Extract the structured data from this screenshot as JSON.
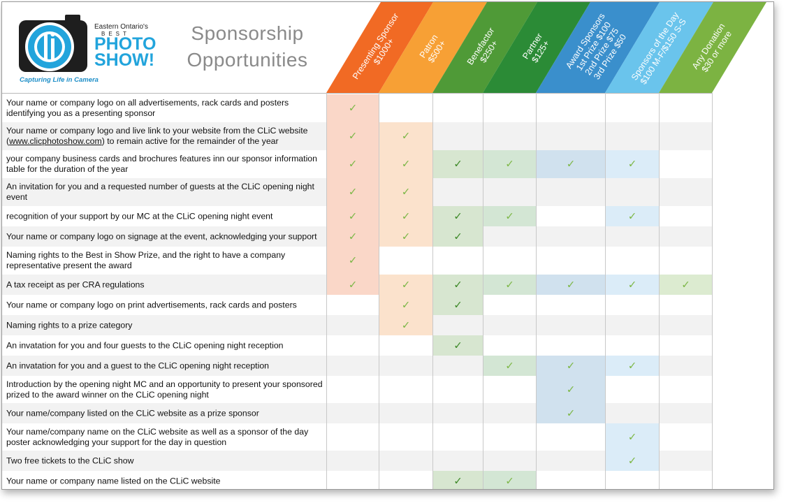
{
  "logo": {
    "line1": "Eastern Ontario's",
    "line2": "BEST",
    "line3": "PHOTO",
    "line4": "SHOW!",
    "tagline": "Capturing Life in Camera",
    "icon": "camera-icon",
    "colors": {
      "blue": "#22a4dc",
      "dark": "#222222"
    }
  },
  "title": {
    "line1": "Sponsorship",
    "line2": "Opportunities"
  },
  "check_icon": {
    "glyph": "✓",
    "name": "checkmark-icon"
  },
  "tiers": [
    {
      "line1": "Presenting Sponsor",
      "line2": "$1000+",
      "header_color": "#f16a24",
      "cell_color": "#fad7c8",
      "check_color": "#7fb84a"
    },
    {
      "line1": "Patron",
      "line2": "$500+",
      "header_color": "#f7a035",
      "cell_color": "#fbe2cc",
      "check_color": "#7fb84a"
    },
    {
      "line1": "Benefactor",
      "line2": "$250+",
      "header_color": "#4f9a37",
      "cell_color": "#d7e6d0",
      "check_color": "#3f8a2a"
    },
    {
      "line1": "Partner",
      "line2": "$125+",
      "header_color": "#2b8b36",
      "cell_color": "#d3e6d4",
      "check_color": "#7fb84a"
    },
    {
      "line1": "Award Sponsors",
      "line2": "1st Prize $100",
      "line3": "2nd Prize $75",
      "line4": "3rd Prize $50",
      "header_color": "#3a8fcc",
      "cell_color": "#d0e1ee",
      "check_color": "#7fb84a"
    },
    {
      "line1": "Sponsors of the Day",
      "line2": "$100 M-F/$150 S-S",
      "header_color": "#6ac4ec",
      "cell_color": "#dbecf8",
      "check_color": "#7fb84a"
    },
    {
      "line1": "Any Donation",
      "line2": "$30 or more",
      "header_color": "#7cb342",
      "cell_color": "#dcebd0",
      "check_color": "#7fb84a"
    }
  ],
  "rows": [
    {
      "text_before": "Your name or company logo on all advertisements, rack cards and posters identifying you as a presenting sponsor",
      "checks": [
        true,
        false,
        false,
        false,
        false,
        false,
        false
      ]
    },
    {
      "text_before": "Your name or company logo and live link to your website from the CLiC website (",
      "link": "www.clicphotoshow.com",
      "text_after": ") to remain active for the remainder of the year",
      "checks": [
        true,
        true,
        false,
        false,
        false,
        false,
        false
      ]
    },
    {
      "text_before": "your company business cards and brochures features inn our sponsor information table for the duration of the year",
      "checks": [
        true,
        true,
        true,
        true,
        true,
        true,
        false
      ]
    },
    {
      "text_before": "An invitation for you and a requested number of guests at the CLiC opening night event",
      "checks": [
        true,
        true,
        false,
        false,
        false,
        false,
        false
      ]
    },
    {
      "text_before": "recognition of your support by our MC at the CLiC opening night event",
      "checks": [
        true,
        true,
        true,
        true,
        false,
        true,
        false
      ]
    },
    {
      "text_before": "Your name or company logo on signage at the event, acknowledging your support",
      "checks": [
        true,
        true,
        true,
        false,
        false,
        false,
        false
      ]
    },
    {
      "text_before": "Naming rights to the Best in Show Prize, and the right to have a company representative present the award",
      "checks": [
        true,
        false,
        false,
        false,
        false,
        false,
        false
      ]
    },
    {
      "text_before": "A tax receipt as per CRA regulations",
      "checks": [
        true,
        true,
        true,
        true,
        true,
        true,
        true
      ]
    },
    {
      "text_before": "Your name or company logo on print advertisements, rack cards and posters",
      "checks": [
        false,
        true,
        true,
        false,
        false,
        false,
        false
      ]
    },
    {
      "text_before": "Naming rights to a prize category",
      "checks": [
        false,
        true,
        false,
        false,
        false,
        false,
        false
      ]
    },
    {
      "text_before": "An invatation for you and four guests to the CLiC opening night reception",
      "checks": [
        false,
        false,
        true,
        false,
        false,
        false,
        false
      ]
    },
    {
      "text_before": "An invatation for you and a guest to the CLiC opening night reception",
      "checks": [
        false,
        false,
        false,
        true,
        true,
        true,
        false
      ]
    },
    {
      "text_before": "Introduction by the opening night MC and an opportunity to present your sponsored prized to the award winner on the CLiC opening night",
      "checks": [
        false,
        false,
        false,
        false,
        true,
        false,
        false
      ]
    },
    {
      "text_before": "Your name/company listed on the CLiC website as a prize sponsor",
      "checks": [
        false,
        false,
        false,
        false,
        true,
        false,
        false
      ]
    },
    {
      "text_before": "Your name/company name on the CLiC website as well as a sponsor of the day poster acknowledging your support for the day in question",
      "checks": [
        false,
        false,
        false,
        false,
        false,
        true,
        false
      ]
    },
    {
      "text_before": "Two free tickets to the CLiC show",
      "checks": [
        false,
        false,
        false,
        false,
        false,
        true,
        false
      ]
    },
    {
      "text_before": "Your name or company name listed on the CLiC website",
      "checks": [
        false,
        false,
        true,
        true,
        false,
        false,
        false
      ]
    }
  ]
}
